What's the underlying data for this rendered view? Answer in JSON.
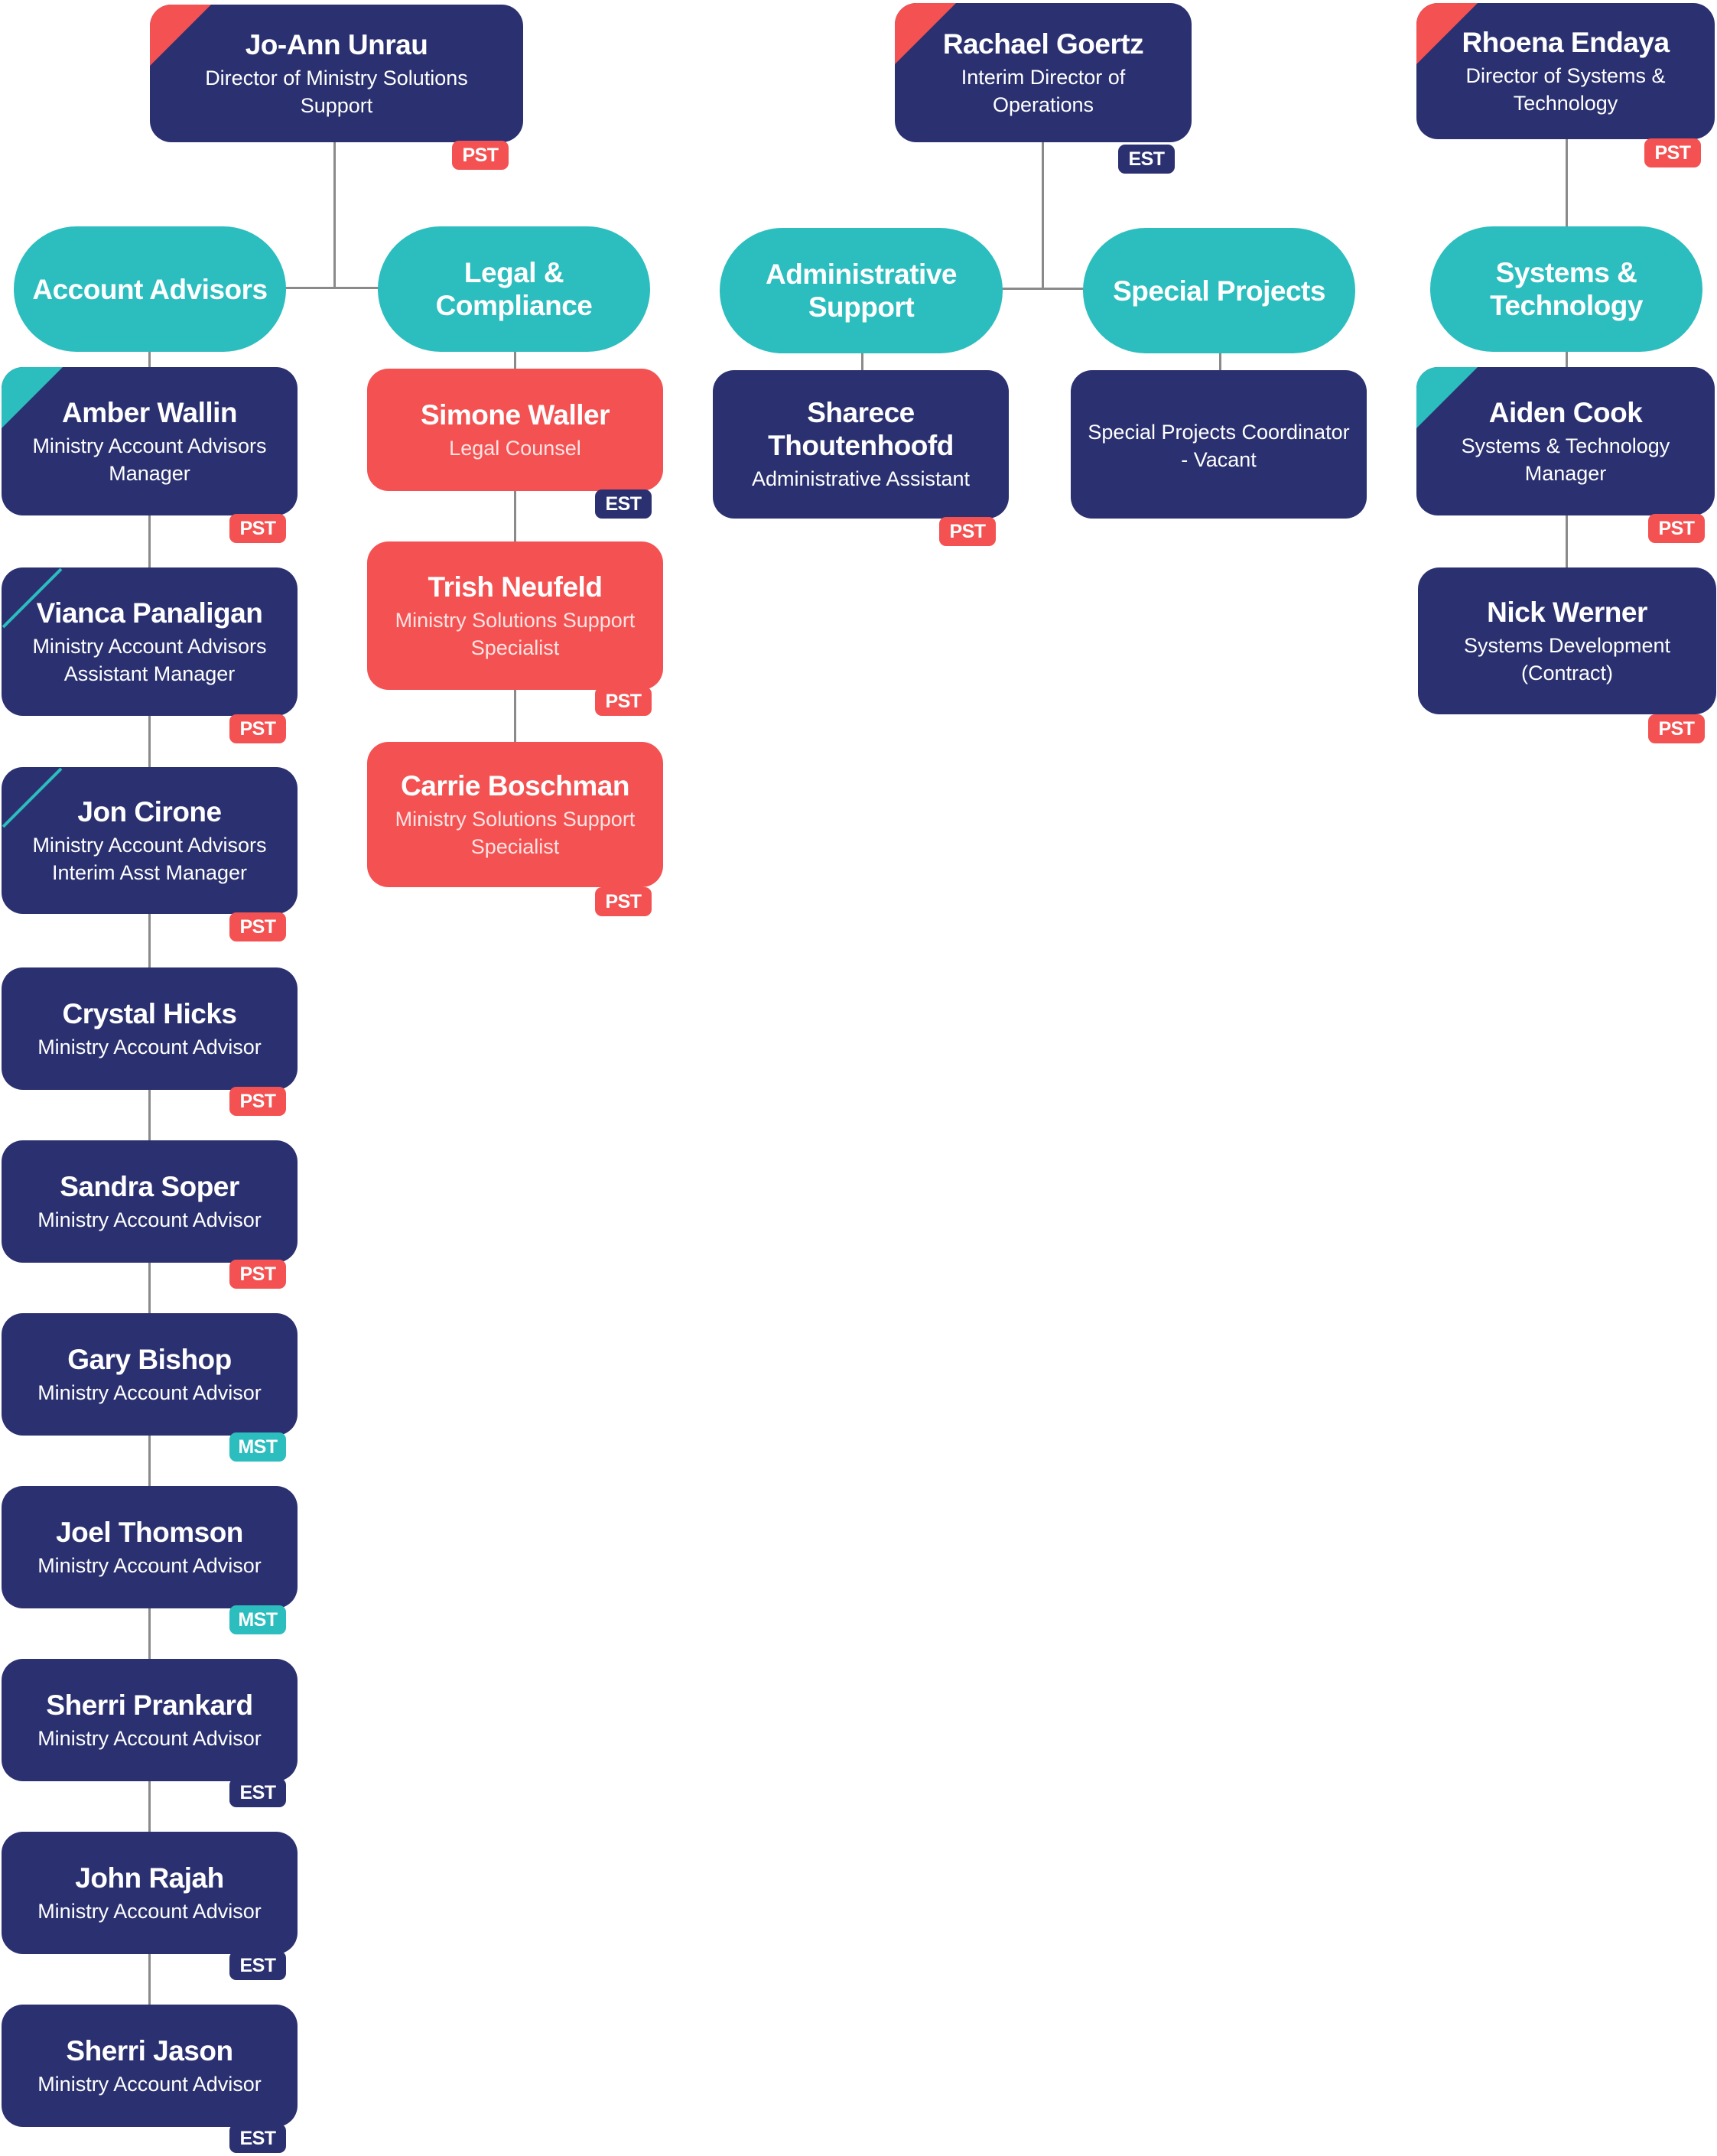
{
  "colors": {
    "navy": "#2b3170",
    "coral": "#f45252",
    "teal": "#2cbdbe",
    "connector": "#8a8a8a"
  },
  "directors": [
    {
      "name": "Jo-Ann Unrau",
      "role": "Director of Ministry Solutions Support",
      "tz": "PST"
    },
    {
      "name": "Rachael Goertz",
      "role": "Interim Director of Operations",
      "tz": "EST"
    },
    {
      "name": "Rhoena Endaya",
      "role": "Director of Systems & Technology",
      "tz": "PST"
    }
  ],
  "groups": [
    {
      "label": "Account Advisors"
    },
    {
      "label": "Legal & Compliance"
    },
    {
      "label": "Administrative Support"
    },
    {
      "label": "Special Projects"
    },
    {
      "label": "Systems & Technology"
    }
  ],
  "account_advisors": [
    {
      "name": "Amber Wallin",
      "role": "Ministry Account Advisors Manager",
      "tz": "PST"
    },
    {
      "name": "Vianca Panaligan",
      "role": "Ministry Account Advisors Assistant Manager",
      "tz": "PST"
    },
    {
      "name": "Jon Cirone",
      "role": "Ministry Account Advisors Interim Asst Manager",
      "tz": "PST"
    },
    {
      "name": "Crystal Hicks",
      "role": "Ministry Account Advisor",
      "tz": "PST"
    },
    {
      "name": "Sandra Soper",
      "role": "Ministry Account Advisor",
      "tz": "PST"
    },
    {
      "name": "Gary Bishop",
      "role": "Ministry Account Advisor",
      "tz": "MST"
    },
    {
      "name": "Joel Thomson",
      "role": "Ministry Account Advisor",
      "tz": "MST"
    },
    {
      "name": "Sherri Prankard",
      "role": "Ministry Account Advisor",
      "tz": "EST"
    },
    {
      "name": "John Rajah",
      "role": "Ministry Account Advisor",
      "tz": "EST"
    },
    {
      "name": "Sherri Jason",
      "role": "Ministry Account Advisor",
      "tz": "EST"
    }
  ],
  "legal": [
    {
      "name": "Simone Waller",
      "role": "Legal Counsel",
      "tz": "EST"
    },
    {
      "name": "Trish Neufeld",
      "role": "Ministry Solutions Support Specialist",
      "tz": "PST"
    },
    {
      "name": "Carrie Boschman",
      "role": "Ministry Solutions Support Specialist",
      "tz": "PST"
    }
  ],
  "admin": [
    {
      "name": "Sharece Thoutenhoofd",
      "role": "Administrative Assistant",
      "tz": "PST"
    }
  ],
  "special": [
    {
      "role": "Special Projects Coordinator - Vacant"
    }
  ],
  "systems": [
    {
      "name": "Aiden Cook",
      "role": "Systems & Technology Manager",
      "tz": "PST"
    },
    {
      "name": "Nick Werner",
      "role": "Systems Development (Contract)",
      "tz": "PST"
    }
  ]
}
